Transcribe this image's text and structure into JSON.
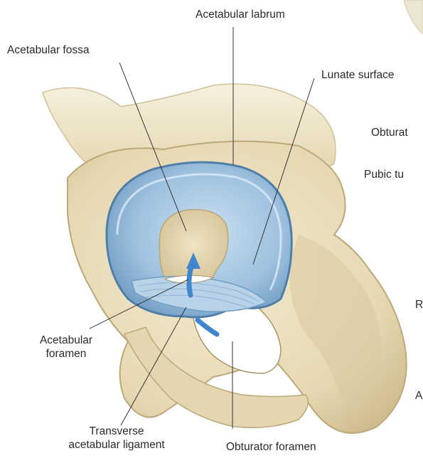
{
  "labels": {
    "acetabular_labrum": "Acetabular labrum",
    "acetabular_fossa": "Acetabular fossa",
    "lunate_surface": "Lunate surface",
    "obturator_partial": "Obturat",
    "pubic_tubercle_partial": "Pubic tu",
    "acetabular_foramen_line1": "Acetabular",
    "acetabular_foramen_line2": "foramen",
    "transverse_ligament_line1": "Transverse",
    "transverse_ligament_line2": "acetabular ligament",
    "obturator_foramen": "Obturator foramen",
    "cut_r": "R",
    "cut_a": "A"
  },
  "colors": {
    "bone": "#eadfbe",
    "bone_shadow": "#cdbd92",
    "labrum": "#6f9ec4",
    "labrum_light": "#a8c8e2",
    "arrow": "#3f86cf",
    "leader": "#333333"
  }
}
